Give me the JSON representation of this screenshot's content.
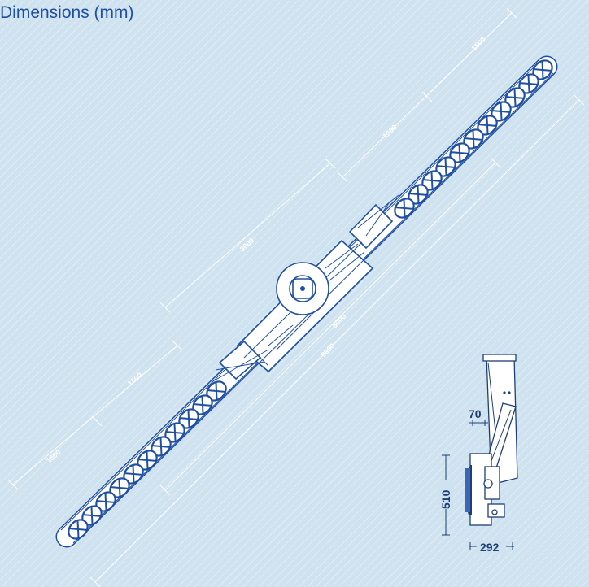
{
  "title": "Dimensions (mm)",
  "dimensions": {
    "top_left_section": "1500",
    "top_right_section": "1500",
    "center_section": "3000",
    "bottom_right_section": "1500",
    "bottom_left_section": "1500",
    "inner_length": "6000",
    "overall_length": "9000"
  },
  "side_view": {
    "gap": "70",
    "height": "510",
    "width": "292"
  },
  "colors": {
    "background": "#cfe2ef",
    "primary_blue": "#1f4fa3",
    "dark_blue": "#1e3f73",
    "line_white": "#ffffff"
  }
}
